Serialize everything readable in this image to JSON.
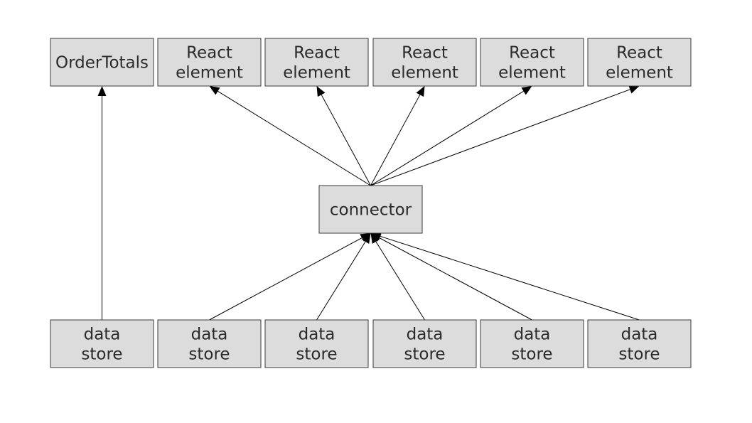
{
  "top_row": [
    {
      "id": "order-totals",
      "lines": [
        "OrderTotals"
      ]
    },
    {
      "id": "react-element-1",
      "lines": [
        "React",
        "element"
      ]
    },
    {
      "id": "react-element-2",
      "lines": [
        "React",
        "element"
      ]
    },
    {
      "id": "react-element-3",
      "lines": [
        "React",
        "element"
      ]
    },
    {
      "id": "react-element-4",
      "lines": [
        "React",
        "element"
      ]
    },
    {
      "id": "react-element-5",
      "lines": [
        "React",
        "element"
      ]
    }
  ],
  "middle": {
    "id": "connector",
    "lines": [
      "connector"
    ]
  },
  "bottom_row": [
    {
      "id": "data-store-1",
      "lines": [
        "data",
        "store"
      ]
    },
    {
      "id": "data-store-2",
      "lines": [
        "data",
        "store"
      ]
    },
    {
      "id": "data-store-3",
      "lines": [
        "data",
        "store"
      ]
    },
    {
      "id": "data-store-4",
      "lines": [
        "data",
        "store"
      ]
    },
    {
      "id": "data-store-5",
      "lines": [
        "data",
        "store"
      ]
    },
    {
      "id": "data-store-6",
      "lines": [
        "data",
        "store"
      ]
    }
  ],
  "edges": [
    {
      "from": "data-store-1",
      "to": "order-totals"
    },
    {
      "from": "connector",
      "to": "react-element-1"
    },
    {
      "from": "connector",
      "to": "react-element-2"
    },
    {
      "from": "connector",
      "to": "react-element-3"
    },
    {
      "from": "connector",
      "to": "react-element-4"
    },
    {
      "from": "connector",
      "to": "react-element-5"
    },
    {
      "from": "data-store-2",
      "to": "connector"
    },
    {
      "from": "data-store-3",
      "to": "connector"
    },
    {
      "from": "data-store-4",
      "to": "connector"
    },
    {
      "from": "data-store-5",
      "to": "connector"
    },
    {
      "from": "data-store-6",
      "to": "connector"
    }
  ],
  "colors": {
    "box_fill": "#dcdcdc",
    "box_stroke": "#3a3a3a",
    "text": "#2b2b2b",
    "arrow": "#000000"
  }
}
